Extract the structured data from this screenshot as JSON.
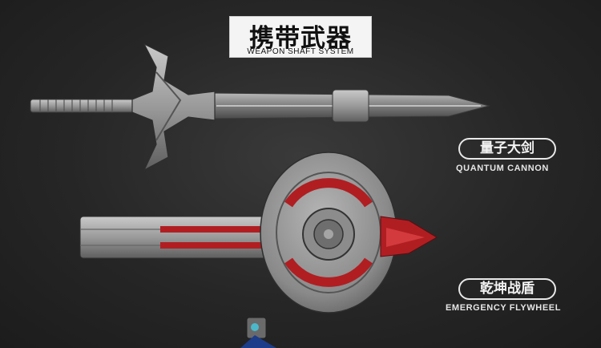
{
  "header": {
    "title_cn": "携带武器",
    "title_en": "WEAPON SHAFT SYSTEM"
  },
  "items": [
    {
      "name_cn": "量子大剑",
      "name_en": "QUANTUM CANNON"
    },
    {
      "name_cn": "乾坤战盾",
      "name_en": "EMERGENCY FLYWHEEL"
    }
  ],
  "colors": {
    "background": "#262626",
    "metal": "#8f8f8f",
    "accent_red": "#b01e22"
  }
}
